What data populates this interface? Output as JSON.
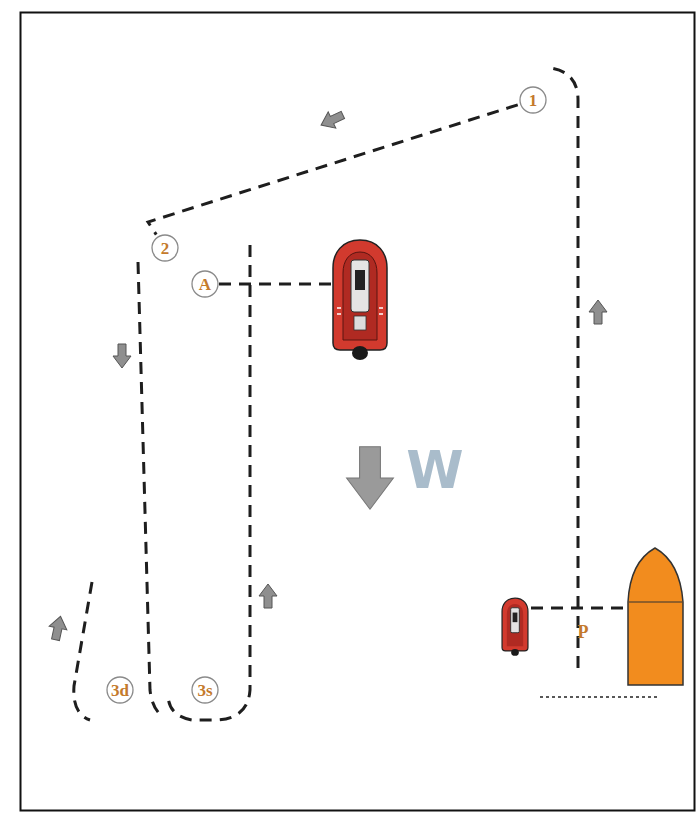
{
  "diagram": {
    "nodes": [
      {
        "text": [
          "1"
        ]
      },
      {
        "text": [
          "2"
        ]
      },
      {
        "text": [
          "A"
        ]
      },
      {
        "text": [
          "3d"
        ]
      },
      {
        "text": [
          "3s"
        ]
      }
    ],
    "edges": [
      {
        "from": 0,
        "to": 1,
        "arrow": "none"
      }
    ],
    "labels": [
      "W",
      "P"
    ]
  }
}
